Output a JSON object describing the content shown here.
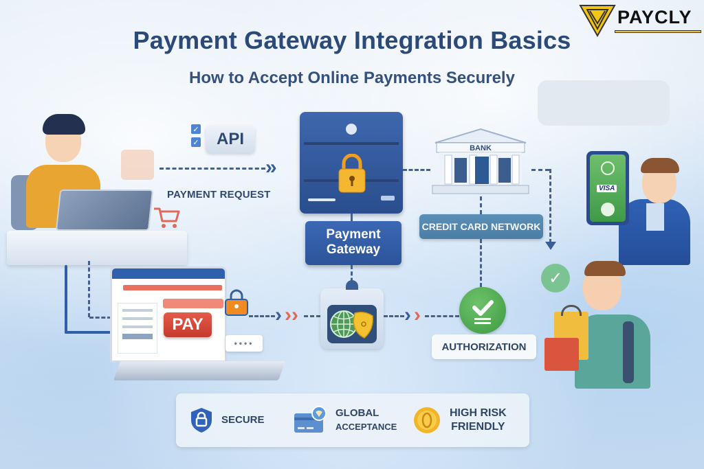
{
  "brand": {
    "logo_text": "PAYCLY",
    "logo_color": "#f3c614"
  },
  "header": {
    "title": "Payment Gateway Integration Basics",
    "subtitle": "How to Accept Online Payments Securely"
  },
  "flow": {
    "api_label": "API",
    "payment_request_label": "PAYMENT REQUEST",
    "payment_gateway_label_line1": "Payment",
    "payment_gateway_label_line2": "Gateway",
    "bank_label": "BANK",
    "credit_card_network_label": "CREDIT CARD NETWORK",
    "pay_button_label": "PAY",
    "pin_mask": "••••",
    "authorization_label": "AUTHORIZATION",
    "card_brand_label": "VISA"
  },
  "features": [
    {
      "icon": "shield-lock-icon",
      "line1": "SECURE",
      "line2": ""
    },
    {
      "icon": "card-globe-icon",
      "line1": "GLOBAL",
      "line2": "ACCEPTANCE"
    },
    {
      "icon": "gold-coin-icon",
      "line1": "HIGH RISK",
      "line2": "FRIENDLY"
    }
  ],
  "colors": {
    "title": "#2b4a78",
    "gateway_blue": "#2f5aa3",
    "network_teal": "#4f83aa",
    "pay_red": "#d4473a",
    "auth_green": "#4ea84f",
    "lock_orange": "#f0a020",
    "connector": "#46608a",
    "accent_orange": "#e8654e"
  }
}
